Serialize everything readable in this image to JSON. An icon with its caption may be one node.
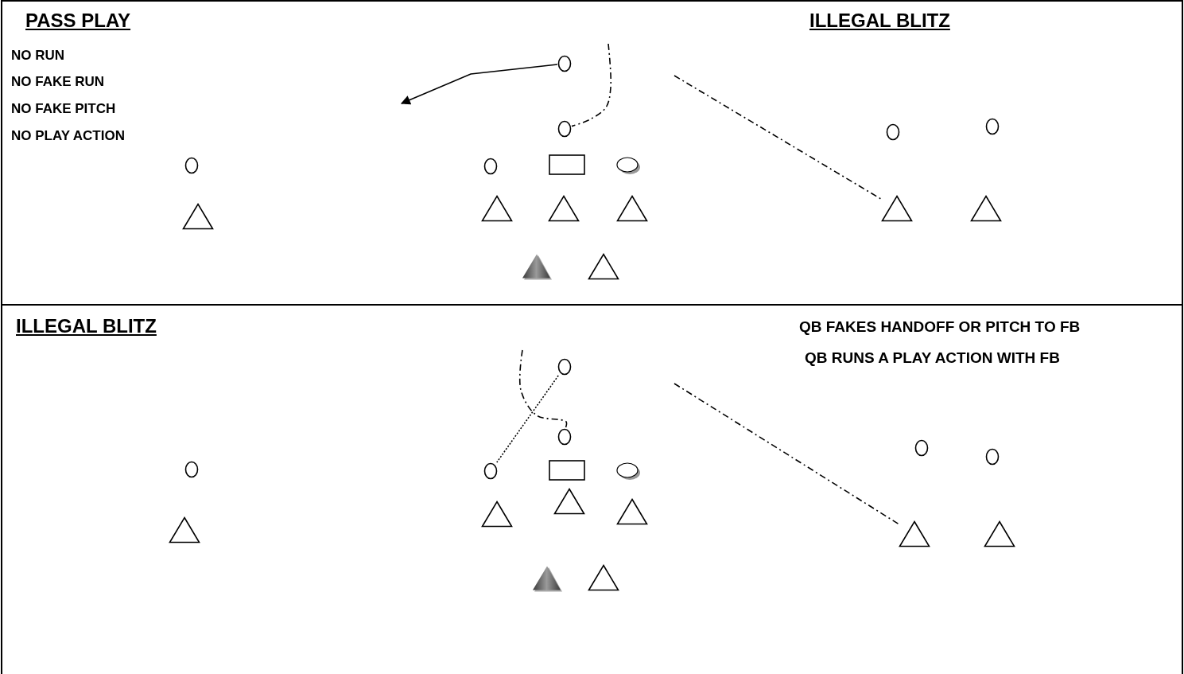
{
  "diagram": {
    "nodes": [
      {
        "text": [],
        "shape": "circle"
      },
      {
        "text": [],
        "shape": "circle"
      },
      {
        "text": [],
        "shape": "circle"
      },
      {
        "text": [],
        "shape": "circle"
      },
      {
        "text": [],
        "shape": "box"
      },
      {
        "text": [],
        "shape": "ellipse"
      },
      {
        "text": [],
        "shape": "circle"
      },
      {
        "text": [],
        "shape": "circle"
      },
      {
        "text": [],
        "shape": "triangle"
      },
      {
        "text": [],
        "shape": "triangle"
      },
      {
        "text": [],
        "shape": "triangle"
      },
      {
        "text": [],
        "shape": "triangle"
      },
      {
        "text": [],
        "shape": "triangle"
      },
      {
        "text": [],
        "shape": "triangle"
      },
      {
        "text": [],
        "shape": "triangle"
      },
      {
        "text": [],
        "shape": "triangle"
      },
      {
        "text": [],
        "shape": "circle"
      },
      {
        "text": [],
        "shape": "circle"
      },
      {
        "text": [],
        "shape": "circle"
      },
      {
        "text": [],
        "shape": "circle"
      },
      {
        "text": [],
        "shape": "box"
      },
      {
        "text": [],
        "shape": "ellipse"
      },
      {
        "text": [],
        "shape": "circle"
      },
      {
        "text": [],
        "shape": "circle"
      },
      {
        "text": [],
        "shape": "triangle"
      },
      {
        "text": [],
        "shape": "triangle"
      },
      {
        "text": [],
        "shape": "triangle"
      },
      {
        "text": [],
        "shape": "triangle"
      },
      {
        "text": [],
        "shape": "triangle"
      },
      {
        "text": [],
        "shape": "triangle"
      },
      {
        "text": [],
        "shape": "triangle"
      },
      {
        "text": [],
        "shape": "triangle"
      }
    ],
    "edges": [
      {
        "from": 0,
        "to": null,
        "arrow": "to"
      },
      {
        "from": null,
        "to": 1,
        "arrow": "none",
        "style": "dashed"
      },
      {
        "from": null,
        "to": 12,
        "arrow": "none",
        "style": "dashed"
      },
      {
        "from": null,
        "to": 17,
        "arrow": "none",
        "style": "dashed"
      },
      {
        "from": 16,
        "to": 19,
        "arrow": "none",
        "style": "dashed"
      },
      {
        "from": null,
        "to": 28,
        "arrow": "none",
        "style": "dashed"
      }
    ],
    "labels": [
      "PASS PLAY",
      "NO RUN",
      "NO FAKE RUN",
      "NO FAKE PITCH",
      "NO PLAY ACTION",
      "ILLEGAL BLITZ",
      "ILLEGAL BLITZ",
      "QB FAKES HANDOFF OR PITCH TO FB",
      "QB RUNS A PLAY ACTION WITH FB"
    ]
  }
}
